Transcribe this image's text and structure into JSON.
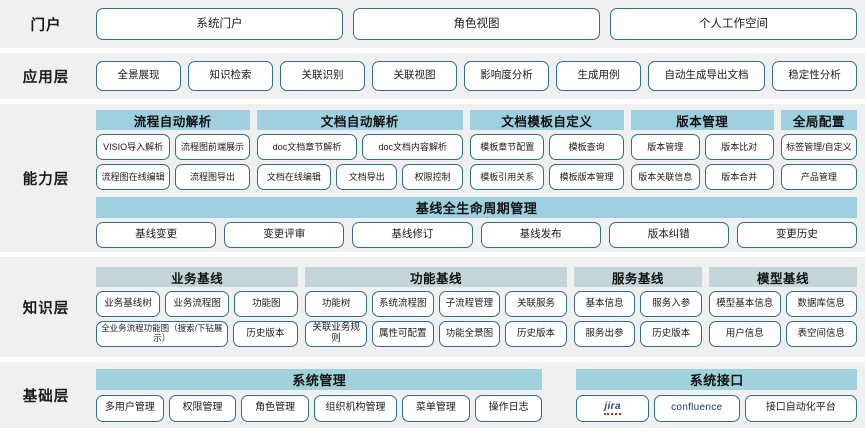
{
  "layers": [
    {
      "key": "portal",
      "label": "门户",
      "items": [
        "系统门户",
        "角色视图",
        "个人工作空间"
      ]
    },
    {
      "key": "application",
      "label": "应用层",
      "items": [
        "全景展现",
        "知识检索",
        "关联识别",
        "关联视图",
        "影响度分析",
        "生成用例",
        "自动生成导出文档",
        "稳定性分析"
      ]
    },
    {
      "key": "capability",
      "label": "能力层",
      "groups": [
        {
          "title": "流程自动解析",
          "rows": [
            [
              "VISIO导入解析",
              "流程图前端展示"
            ],
            [
              "流程图在线编辑",
              "流程图导出"
            ]
          ]
        },
        {
          "title": "文档自动解析",
          "rows": [
            [
              "doc文档章节解析",
              "doc文档内容解析"
            ],
            [
              "文档在线编辑",
              "文档导出",
              "权限控制"
            ]
          ]
        },
        {
          "title": "文档模板自定义",
          "rows": [
            [
              "模板章节配置",
              "模板查询"
            ],
            [
              "模板引用关系",
              "模板版本管理"
            ]
          ]
        },
        {
          "title": "版本管理",
          "rows": [
            [
              "版本管理",
              "版本比对"
            ],
            [
              "版本关联信息",
              "版本合并"
            ]
          ]
        },
        {
          "title": "全局配置",
          "rows": [
            [
              "标签管理/自定义"
            ],
            [
              "产品管理"
            ]
          ]
        }
      ],
      "fullband": {
        "title": "基线全生命周期管理",
        "items": [
          "基线变更",
          "变更评审",
          "基线修订",
          "基线发布",
          "版本纠错",
          "变更历史"
        ]
      }
    },
    {
      "key": "knowledge",
      "label": "知识层",
      "groups": [
        {
          "title": "业务基线",
          "rows": [
            [
              "业务基线树",
              "业务流程图",
              "功能图"
            ],
            [
              "全业务流程功能图（搜索/下钻展示）",
              "历史版本"
            ]
          ]
        },
        {
          "title": "功能基线",
          "rows": [
            [
              "功能树",
              "系统流程图",
              "子流程管理",
              "关联服务"
            ],
            [
              "关联业务规则",
              "属性可配置",
              "功能全景图",
              "历史版本"
            ]
          ]
        },
        {
          "title": "服务基线",
          "rows": [
            [
              "基本信息",
              "服务入参"
            ],
            [
              "服务出参",
              "历史版本"
            ]
          ]
        },
        {
          "title": "模型基线",
          "rows": [
            [
              "模型基本信息",
              "数据库信息"
            ],
            [
              "用户信息",
              "表空间信息"
            ]
          ]
        }
      ]
    },
    {
      "key": "base",
      "label": "基础层",
      "columns": [
        {
          "title": "系统管理",
          "items": [
            "多用户管理",
            "权限管理",
            "角色管理",
            "组织机构管理",
            "菜单管理",
            "操作日志"
          ]
        },
        {
          "title": "系统接口",
          "items": [
            "jira",
            "confluence",
            "接口自动化平台"
          ]
        }
      ]
    }
  ],
  "colors": {
    "band_background": "#f0f0f0",
    "pill_border": "#2e6e8e",
    "capability_header": "#9ed0e0",
    "knowledge_header": "#c4d6da",
    "base_header": "#9fd2db",
    "text": "#1a1a1a"
  }
}
